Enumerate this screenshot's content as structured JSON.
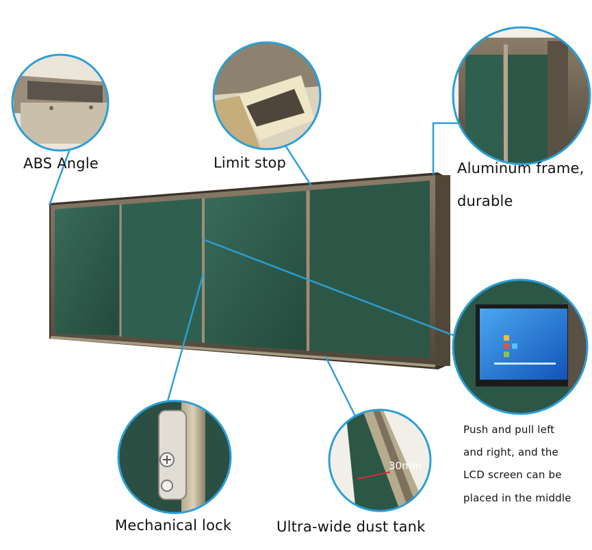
{
  "labels": {
    "abs_angle": "ABS Angle",
    "limit_stop": "Limit stop",
    "aluminum_frame_line1": "Aluminum frame,",
    "aluminum_frame_line2": "durable",
    "push_pull_line1": "Push and pull left",
    "push_pull_line2": "and right, and the",
    "push_pull_line3": "LCD screen can be",
    "push_pull_line4": "placed in the middle",
    "mechanical_lock": "Mechanical lock",
    "dust_tank": "Ultra-wide dust tank",
    "dimension": "30mm"
  },
  "colors": {
    "leader_line": "#2a9fd6",
    "board_green": "#2f5a4a",
    "frame": "#6b5e4e",
    "lcd_blue": "#1e78d8"
  }
}
